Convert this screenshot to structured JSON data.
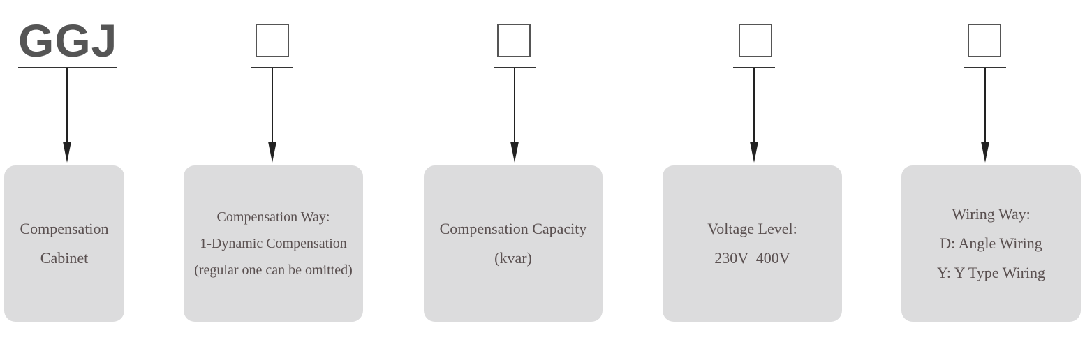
{
  "code": "GGJ",
  "segments": [
    {
      "lines": [
        "Compensation",
        "Cabinet"
      ]
    },
    {
      "lines": [
        "Compensation Way:",
        "1-Dynamic Compensation",
        "(regular one can be omitted)"
      ]
    },
    {
      "lines": [
        "Compensation Capacity",
        "(kvar)"
      ]
    },
    {
      "lines": [
        "Voltage Level:",
        "230V  400V"
      ]
    },
    {
      "lines": [
        "Wiring Way:",
        "D: Angle Wiring",
        "Y: Y Type Wiring"
      ]
    }
  ]
}
